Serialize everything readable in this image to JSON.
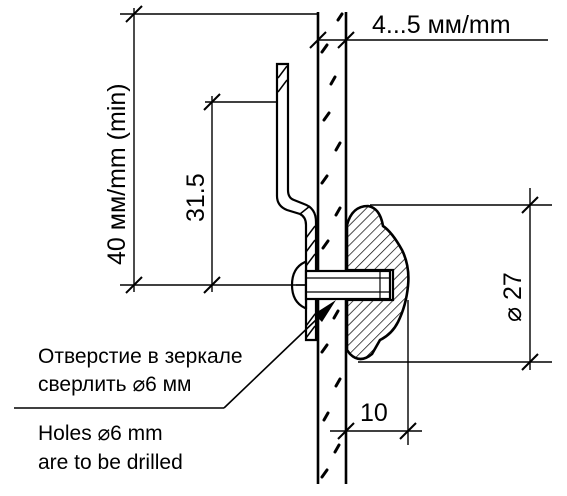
{
  "dimensions": {
    "glass_thickness": "4...5 мм/mm",
    "bracket_min_height": "40 мм/mm (min)",
    "bracket_offset": "31.5",
    "knob_diameter": "⌀ 27",
    "knob_depth": "10"
  },
  "notes": {
    "ru_line1": "Отверстие в зеркале",
    "ru_line2": "сверлить ⌀6 мм",
    "en_line1": "Holes ⌀6 mm",
    "en_line2": "are to be drilled"
  },
  "colors": {
    "line": "#000000",
    "background": "#ffffff"
  }
}
